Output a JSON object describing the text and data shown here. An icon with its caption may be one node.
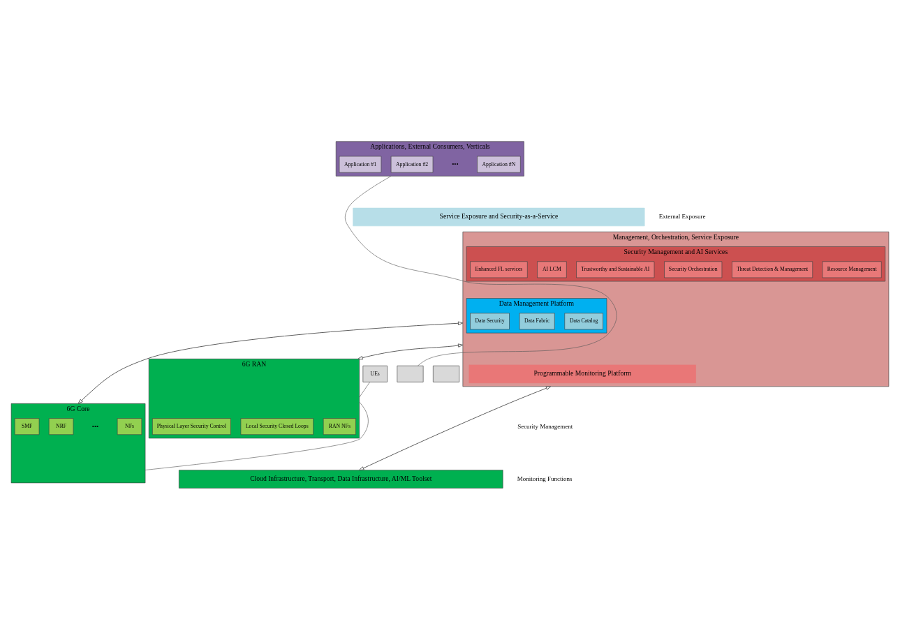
{
  "diagram": {
    "nodes": [
      {
        "text": [
          "Applications, External Consumers, Verticals"
        ]
      },
      {
        "text": [
          "Application #1"
        ],
        "in": 0
      },
      {
        "text": [
          "Application #2"
        ],
        "in": 0
      },
      {
        "text": [
          "Application #N"
        ],
        "in": 0
      },
      {
        "text": [
          "Service Exposure and Security-as-a-Service"
        ]
      },
      {
        "text": [
          "Management, Orchestration, Service Exposure"
        ]
      },
      {
        "text": [
          "Security Management and AI Services"
        ],
        "in": 5
      },
      {
        "text": [
          "Enhanced FL services"
        ],
        "in": 6
      },
      {
        "text": [
          "AI LCM"
        ],
        "in": 6
      },
      {
        "text": [
          "Trustworthy and Sustainable AI"
        ],
        "in": 6
      },
      {
        "text": [
          "Security Orchestration"
        ],
        "in": 6
      },
      {
        "text": [
          "Threat Detection & Management"
        ],
        "in": 6
      },
      {
        "text": [
          "Resource Management"
        ],
        "in": 6
      },
      {
        "text": [
          "Data Management Platform"
        ],
        "in": 5
      },
      {
        "text": [
          "Data Fabric"
        ],
        "in": 13
      },
      {
        "text": [
          "Data Catalog"
        ],
        "in": 13
      },
      {
        "text": [
          "Data Security"
        ],
        "in": 13
      },
      {
        "text": [
          "Programmable Monitoring Platform"
        ],
        "in": 5
      },
      {
        "text": [],
        "shape": "box"
      },
      {
        "text": [],
        "shape": "box"
      },
      {
        "text": [
          "UEs"
        ]
      },
      {
        "text": [
          "6G RAN"
        ]
      },
      {
        "text": [
          "RAN NFs"
        ],
        "in": 21
      },
      {
        "text": [
          "Physical Layer Security Control"
        ],
        "in": 21
      },
      {
        "text": [
          "Local Security Closed Loops"
        ],
        "in": 21
      },
      {
        "text": [
          "6G Core"
        ]
      },
      {
        "text": [
          "SMF"
        ],
        "in": 25
      },
      {
        "text": [
          "NRF"
        ],
        "in": 25
      },
      {
        "text": [
          "NFs"
        ],
        "in": 25
      },
      {
        "text": [
          "Cloud Infrastructure, Transport, Data Infrastructure, AI/ML Toolset"
        ]
      }
    ],
    "edges": [
      {
        "from": 18,
        "to": 0,
        "arrow": "none"
      },
      {
        "from": 20,
        "to": 21,
        "arrow": "none"
      },
      {
        "from": 5,
        "to": 21,
        "arrow": "both"
      },
      {
        "from": 5,
        "to": 25,
        "arrow": "both"
      },
      {
        "from": 5,
        "to": 29,
        "arrow": "both"
      },
      {
        "from": 21,
        "to": 25,
        "arrow": "none"
      }
    ],
    "labels": [
      "•••",
      "External Exposure",
      "Security Management",
      "•••",
      "Monitoring Functions"
    ]
  }
}
